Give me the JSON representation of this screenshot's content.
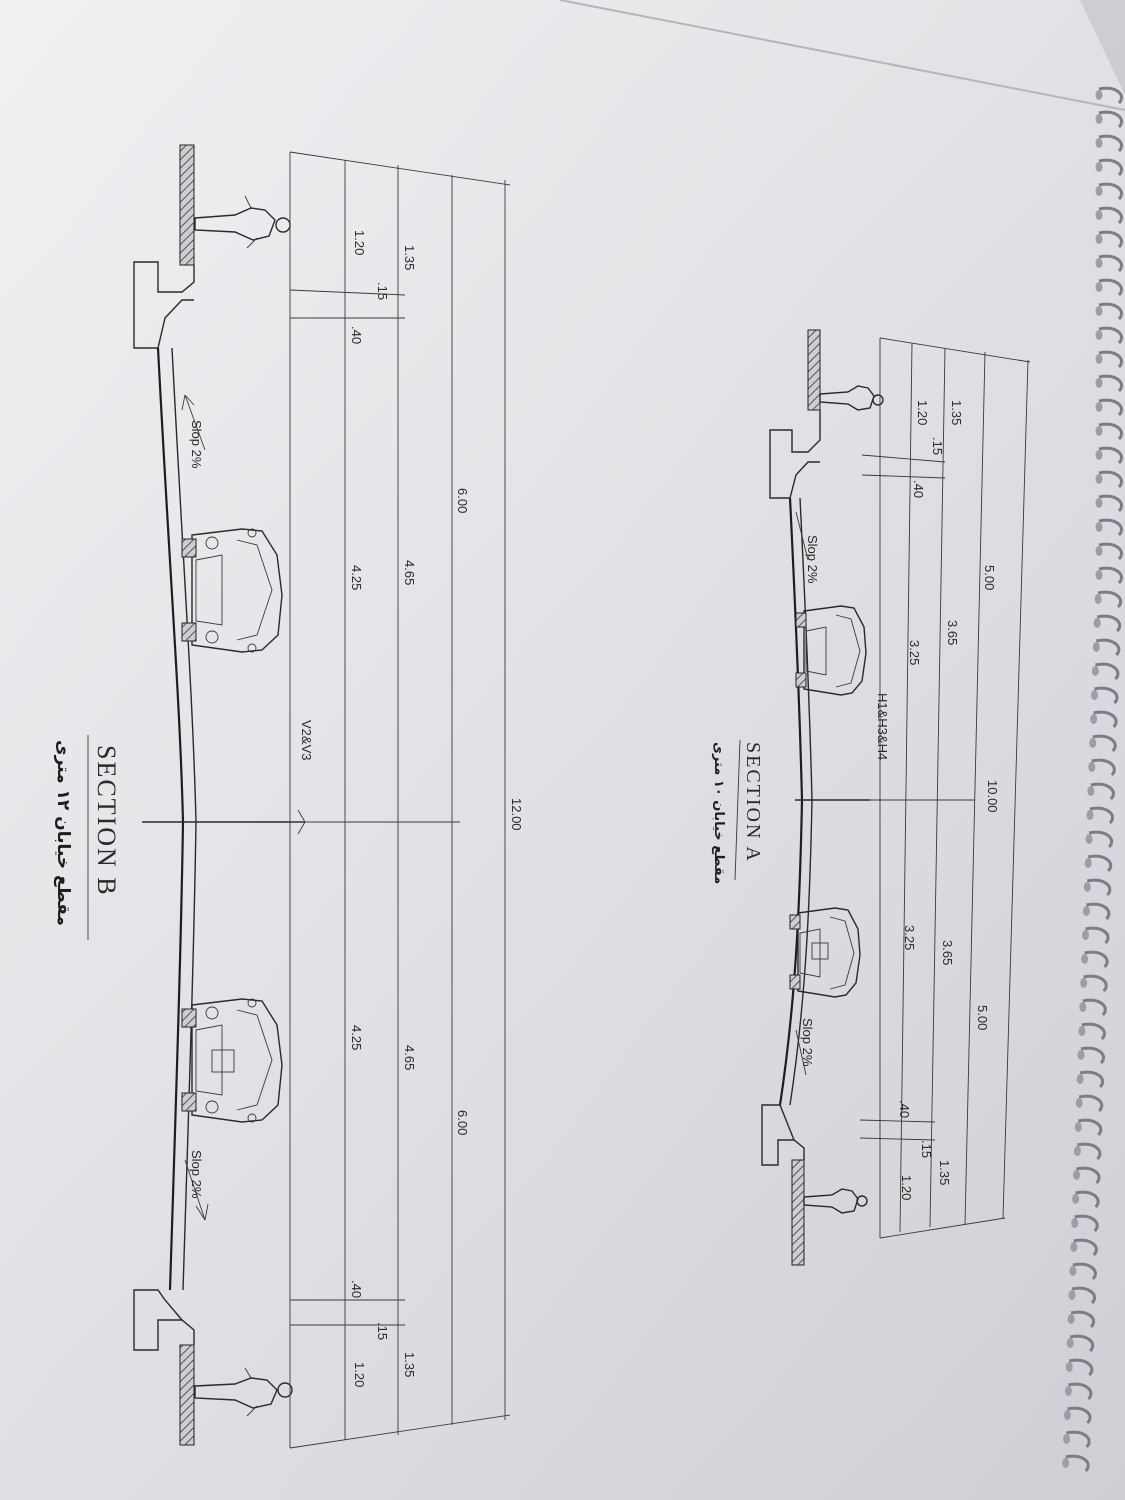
{
  "section_b": {
    "title": "SECTION B",
    "subtitle": "مقطع خیابان ۱۲ متری",
    "axis_label": "V2&V3",
    "total_width": "12.00",
    "half_width_left": "6.00",
    "half_width_right": "6.00",
    "roadway_left": "4.65",
    "roadway_right": "4.65",
    "lane_left": "4.25",
    "lane_right": "4.25",
    "sidewalk_left": "1.35",
    "sidewalk_right": "1.35",
    "walk_left": "1.20",
    "walk_right": "1.20",
    "curb_left": ".15",
    "curb_right": ".15",
    "gutter_left": ".40",
    "gutter_right": ".40",
    "slope_left": "Slop 2%",
    "slope_right": "Slop 2%"
  },
  "section_a": {
    "title": "SECTION A",
    "subtitle": "مقطع خیابان ۱۰ متری",
    "axis_label": "H1&H3&H4",
    "total_width": "10.00",
    "half_width_left": "5.00",
    "half_width_right": "5.00",
    "roadway_left": "3.65",
    "roadway_right": "3.65",
    "lane_left": "3.25",
    "lane_right": "3.25",
    "sidewalk_left": "1.35",
    "sidewalk_right": "1.35",
    "walk_left": "1.20",
    "walk_right": "1.20",
    "curb_left": ".15",
    "curb_right": ".15",
    "gutter_left": ".40",
    "gutter_right": ".40",
    "slope_left": "Slop 2%",
    "slope_right": "Slop 2%"
  }
}
